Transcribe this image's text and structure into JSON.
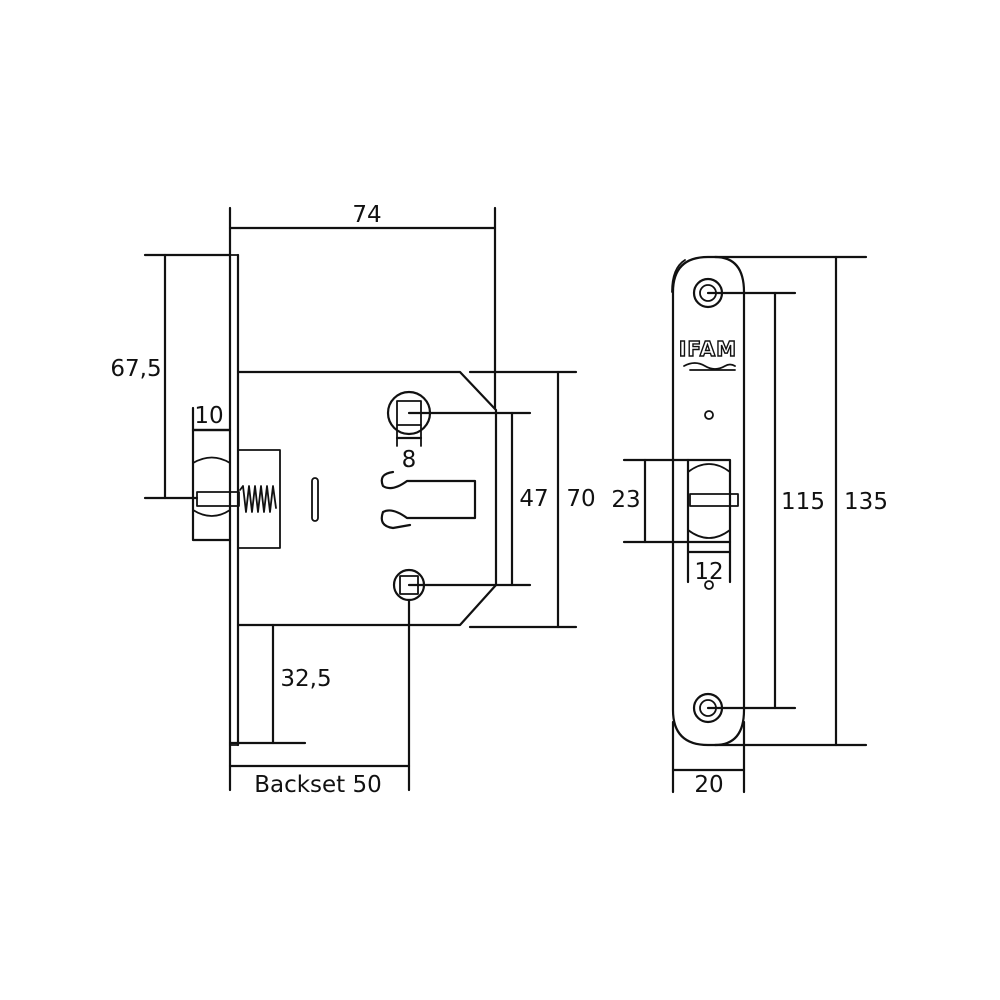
{
  "colors": {
    "line": "#111111",
    "background": "#ffffff"
  },
  "brand_logo": "IFAM",
  "dimensions": {
    "total_depth": "74",
    "faceplate_to_latch": "67,5",
    "latch_projection": "10",
    "spindle_square": "8",
    "hole_spacing": "47",
    "case_height": "70",
    "lower_offset": "32,5",
    "backset": "Backset 50",
    "latch_height": "23",
    "latch_width": "12",
    "screw_spacing": "115",
    "faceplate_height": "135",
    "faceplate_width": "20"
  }
}
